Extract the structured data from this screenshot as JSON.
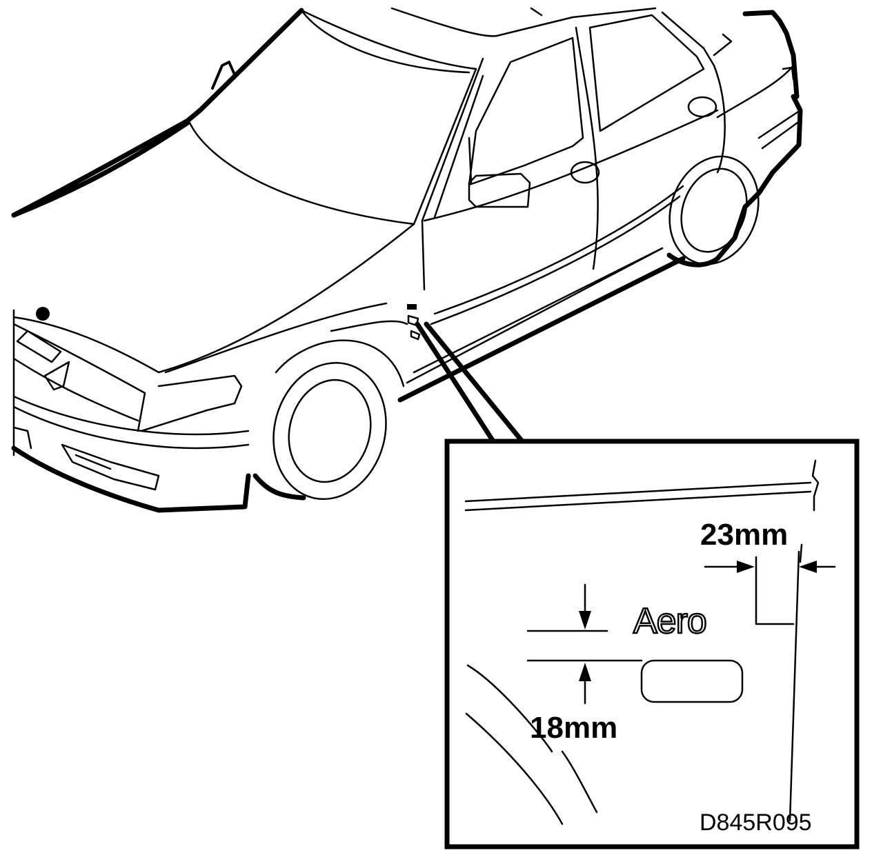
{
  "labels": {
    "dimension_top": "23mm",
    "dimension_bottom": "18mm",
    "badge": "Aero",
    "reference_code": "D845R095"
  }
}
